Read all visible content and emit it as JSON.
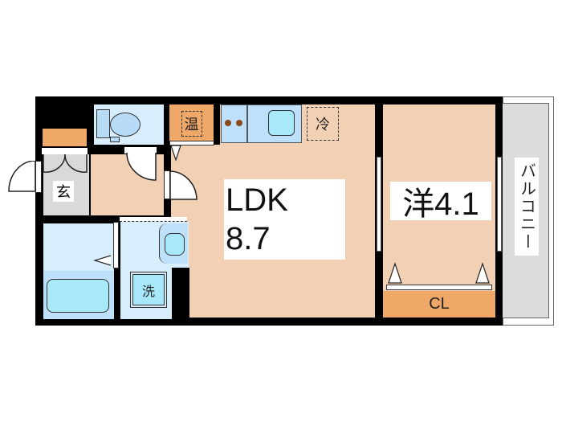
{
  "floorplan": {
    "rooms": {
      "ldk": {
        "name": "LDK",
        "size": "8.7"
      },
      "western": {
        "label": "洋4.1"
      },
      "entrance": {
        "label": "玄"
      },
      "closet": {
        "label": "CL"
      },
      "balcony": {
        "label": "バルコニー"
      },
      "washer": {
        "label": "洗"
      },
      "water_heater": {
        "label": "温"
      },
      "fridge": {
        "label": "冷"
      }
    },
    "colors": {
      "wall": "#000000",
      "floor_wood": "#f1d0b4",
      "storage_orange": "#f0a868",
      "wet_area": "#d9eefc",
      "fixture_blue": "#a8e8fb",
      "entrance_grey": "#d9d9d9",
      "balcony_grey": "#dcdcdc"
    }
  }
}
